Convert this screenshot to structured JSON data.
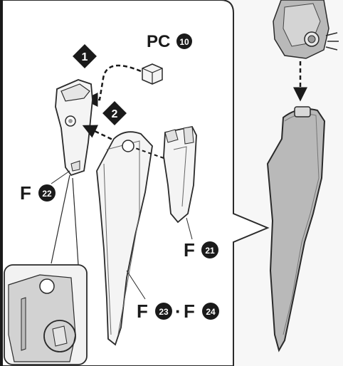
{
  "steps": [
    {
      "number": "1",
      "part": "PC",
      "part_num": "10"
    },
    {
      "number": "2"
    }
  ],
  "labels": {
    "f22": {
      "prefix": "F",
      "num": "22"
    },
    "f21": {
      "prefix": "F",
      "num": "21"
    },
    "f23_24": {
      "prefix1": "F",
      "num1": "23",
      "sep": "·",
      "prefix2": "F",
      "num2": "24"
    }
  },
  "colors": {
    "line": "#2a2a2a",
    "part_fill": "#f4f4f4",
    "shade_fill": "#b9b9b9",
    "panel_bg": "#ffffff",
    "outer_bg": "#f2f2f2"
  }
}
